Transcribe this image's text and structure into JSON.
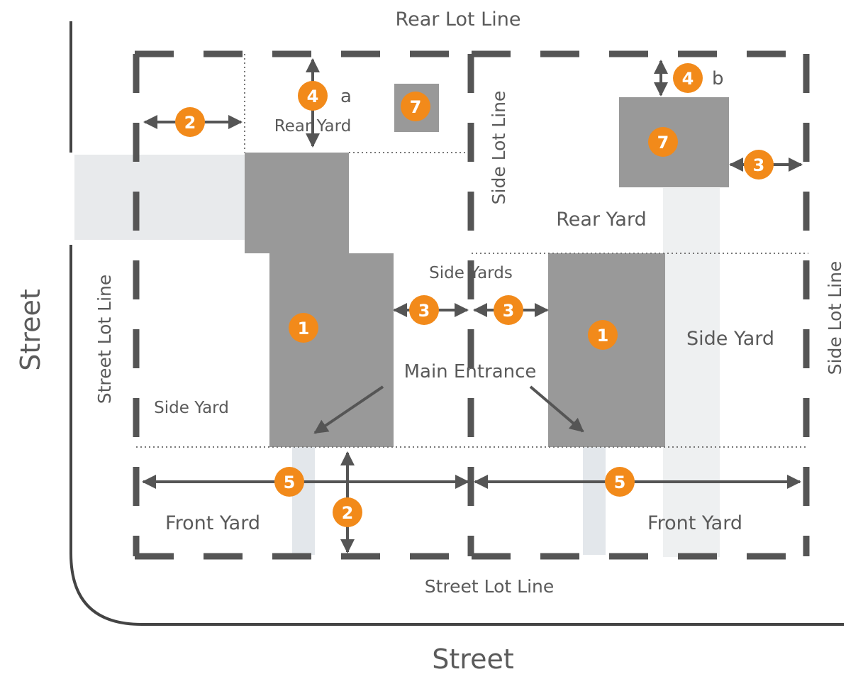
{
  "labels": {
    "rear_lot_line": "Rear Lot Line",
    "street_left": "Street",
    "street_bottom": "Street",
    "street_lot_line_left": "Street Lot Line",
    "street_lot_line_bottom": "Street Lot Line",
    "side_lot_line_mid": "Side Lot Line",
    "side_lot_line_right": "Side Lot Line",
    "rear_yard_left": "Rear Yard",
    "rear_yard_right": "Rear Yard",
    "side_yards": "Side Yards",
    "side_yard_left": "Side Yard",
    "side_yard_right": "Side Yard",
    "main_entrance": "Main Entrance",
    "front_yard_left": "Front Yard",
    "front_yard_right": "Front Yard",
    "suffix_a": "a",
    "suffix_b": "b"
  },
  "badges": {
    "n1": "1",
    "n2": "2",
    "n3": "3",
    "n4": "4",
    "n5": "5",
    "n7": "7"
  },
  "colors": {
    "lot_line": "#555555",
    "building": "#999999",
    "badge": "#f28a1a",
    "text": "#5a5a5a",
    "pale_path": "#e6e8ea",
    "street_curb": "#444444"
  }
}
